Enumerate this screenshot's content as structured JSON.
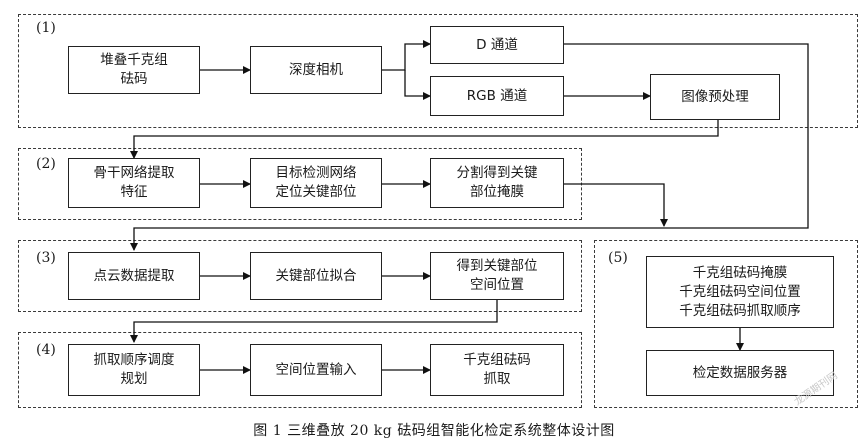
{
  "groups": {
    "g1": {
      "label": "(1)"
    },
    "g2": {
      "label": "(2)"
    },
    "g3": {
      "label": "(3)"
    },
    "g4": {
      "label": "(4)"
    },
    "g5": {
      "label": "(5)"
    }
  },
  "nodes": {
    "stack": "堆叠千克组\n砝码",
    "depth_camera": "深度相机",
    "d_channel": "D 通道",
    "rgb_channel": "RGB 通道",
    "preprocess": "图像预处理",
    "backbone": "骨干网络提取\n特征",
    "detect": "目标检测网络\n定位关键部位",
    "segment": "分割得到关键\n部位掩膜",
    "pointcloud": "点云数据提取",
    "fit": "关键部位拟合",
    "spatial_pos": "得到关键部位\n空间位置",
    "schedule": "抓取顺序调度\n规划",
    "pos_input": "空间位置输入",
    "grab": "千克组砝码\n抓取",
    "results": "千克组砝码掩膜\n千克组砝码空间位置\n千克组砝码抓取顺序",
    "server": "检定数据服务器"
  },
  "caption": "图 1   三维叠放 20 kg 砝码组智能化检定系统整体设计图",
  "watermark": "龙源期刊网"
}
